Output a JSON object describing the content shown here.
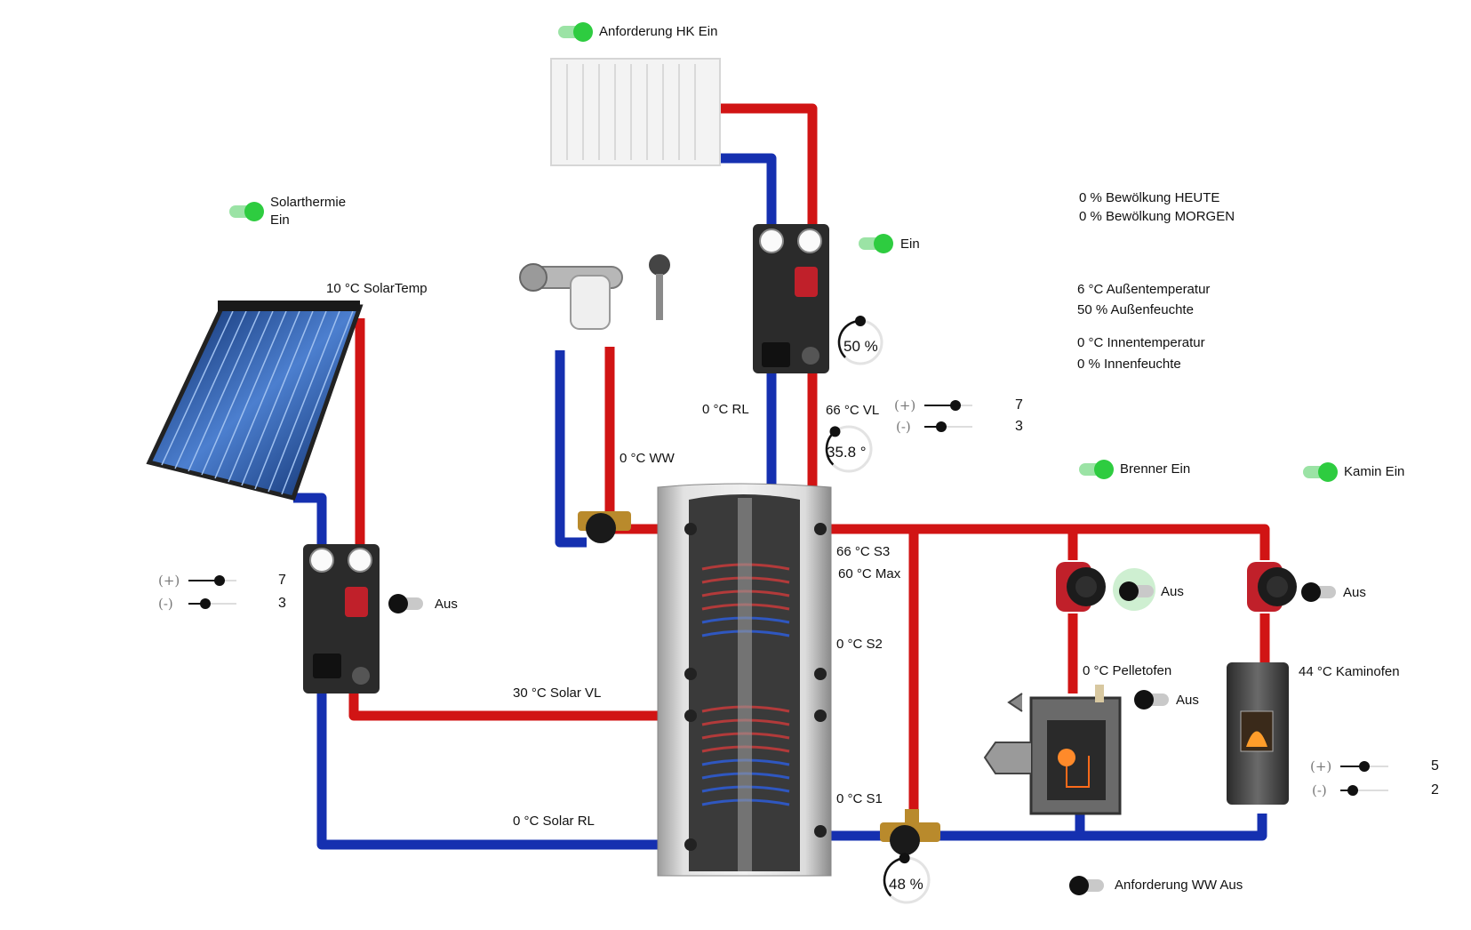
{
  "switches": {
    "hk": {
      "label": "Anforderung HK Ein",
      "state": "on"
    },
    "solarthermie": {
      "label_line1": "Solarthermie",
      "label_line2": "Ein",
      "state": "on"
    },
    "hk_pump": {
      "label": "Ein",
      "state": "on"
    },
    "solar_pump": {
      "label": "Aus",
      "state": "off"
    },
    "brenner": {
      "label": "Brenner Ein",
      "state": "on"
    },
    "kamin": {
      "label": "Kamin Ein",
      "state": "on"
    },
    "pellet_pump": {
      "label": "Aus",
      "state": "off"
    },
    "kamin_pump": {
      "label": "Aus",
      "state": "off"
    },
    "pelletofen": {
      "label": "Aus",
      "state": "off"
    },
    "ww": {
      "label": "Anforderung WW Aus",
      "state": "off"
    }
  },
  "weather": {
    "cloud_today": "0 % Bewölkung HEUTE",
    "cloud_tomorrow": "0 % Bewölkung MORGEN",
    "outside_temp": "6 °C Außentemperatur",
    "outside_humidity": "50 % Außenfeuchte",
    "inside_temp": "0 °C Innentemperatur",
    "inside_humidity": "0 % Innenfeuchte"
  },
  "sensors": {
    "solar_temp": "10 °C SolarTemp",
    "hk_rl": "0 °C RL",
    "hk_vl": "66 °C VL",
    "ww": "0 °C WW",
    "s3": "66 °C S3",
    "max": "60 °C Max",
    "s2": "0 °C S2",
    "s1": "0 °C S1",
    "solar_vl": "30 °C Solar VL",
    "solar_rl": "0 °C Solar RL",
    "pelletofen": "0 °C Pelletofen",
    "kaminofen": "44 °C Kaminofen"
  },
  "gauges": {
    "hk_pump": {
      "text": "50 %",
      "value": 50
    },
    "hk_mixer": {
      "text": "35.8 °",
      "value": 35.8
    },
    "ww_mixer": {
      "text": "48 %",
      "value": 48
    }
  },
  "sliders": {
    "hk": {
      "plus": {
        "label": "(+)",
        "value": 7,
        "max": 10
      },
      "minus": {
        "label": "(-)",
        "value": 3,
        "max": 10
      }
    },
    "solar": {
      "plus": {
        "label": "(+)",
        "value": 7,
        "max": 10
      },
      "minus": {
        "label": "(-)",
        "value": 3,
        "max": 10
      }
    },
    "kamin": {
      "plus": {
        "label": "(+)",
        "value": 5,
        "max": 10
      },
      "minus": {
        "label": "(-)",
        "value": 2,
        "max": 10
      }
    }
  },
  "colors": {
    "pipe_hot": "#d11414",
    "pipe_cold": "#1530b0",
    "switch_on": "#2ecc40"
  }
}
